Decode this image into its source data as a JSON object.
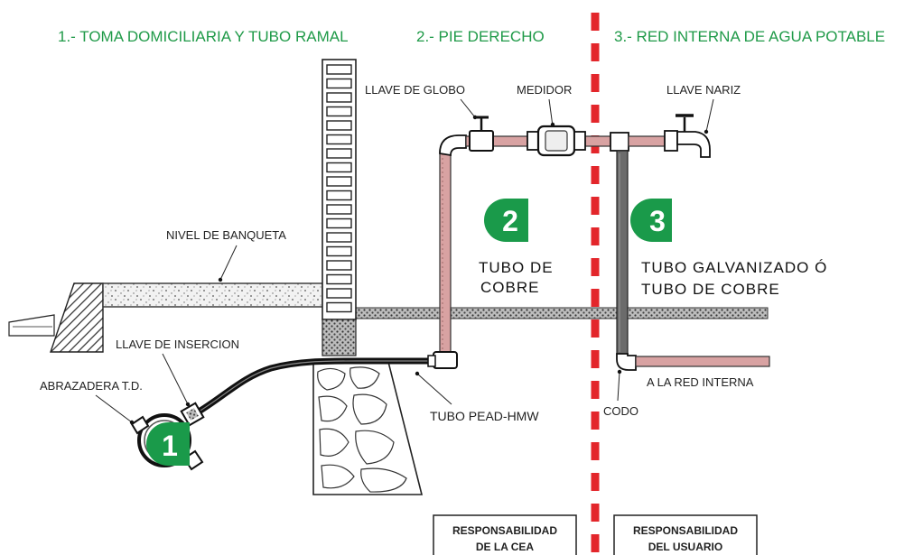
{
  "colors": {
    "header_green": "#1f9a48",
    "badge_green": "#1a9a4a",
    "boundary_red": "#e3262b",
    "copper_pipe": "#d8a2a2",
    "galvanized_pipe": "#666666",
    "pead_pipe": "#111111"
  },
  "headers": {
    "section1": "1.- TOMA DOMICILIARIA Y TUBO RAMAL",
    "section2": "2.- PIE DERECHO",
    "section3": "3.- RED INTERNA DE AGUA POTABLE"
  },
  "labels": {
    "llave_globo": "LLAVE DE GLOBO",
    "medidor": "MEDIDOR",
    "llave_nariz": "LLAVE NARIZ",
    "nivel_banqueta": "NIVEL DE BANQUETA",
    "llave_insercion": "LLAVE DE INSERCION",
    "abrazadera": "ABRAZADERA T.D.",
    "tubo_pead": "TUBO PEAD-HMW",
    "tubo_cobre_1": "TUBO DE",
    "tubo_cobre_2": "COBRE",
    "tubo_galv_1": "TUBO GALVANIZADO Ó",
    "tubo_galv_2": "TUBO DE COBRE",
    "red_interna": "A LA RED INTERNA",
    "codo": "CODO"
  },
  "badges": {
    "one": "1",
    "two": "2",
    "three": "3"
  },
  "responsibility": {
    "cea_line1": "RESPONSABILIDAD",
    "cea_line2": "DE LA CEA",
    "user_line1": "RESPONSABILIDAD",
    "user_line2": "DEL USUARIO"
  },
  "icons": [
    "globe-valve-icon",
    "water-meter-icon",
    "faucet-icon",
    "pipe-clamp-icon"
  ]
}
